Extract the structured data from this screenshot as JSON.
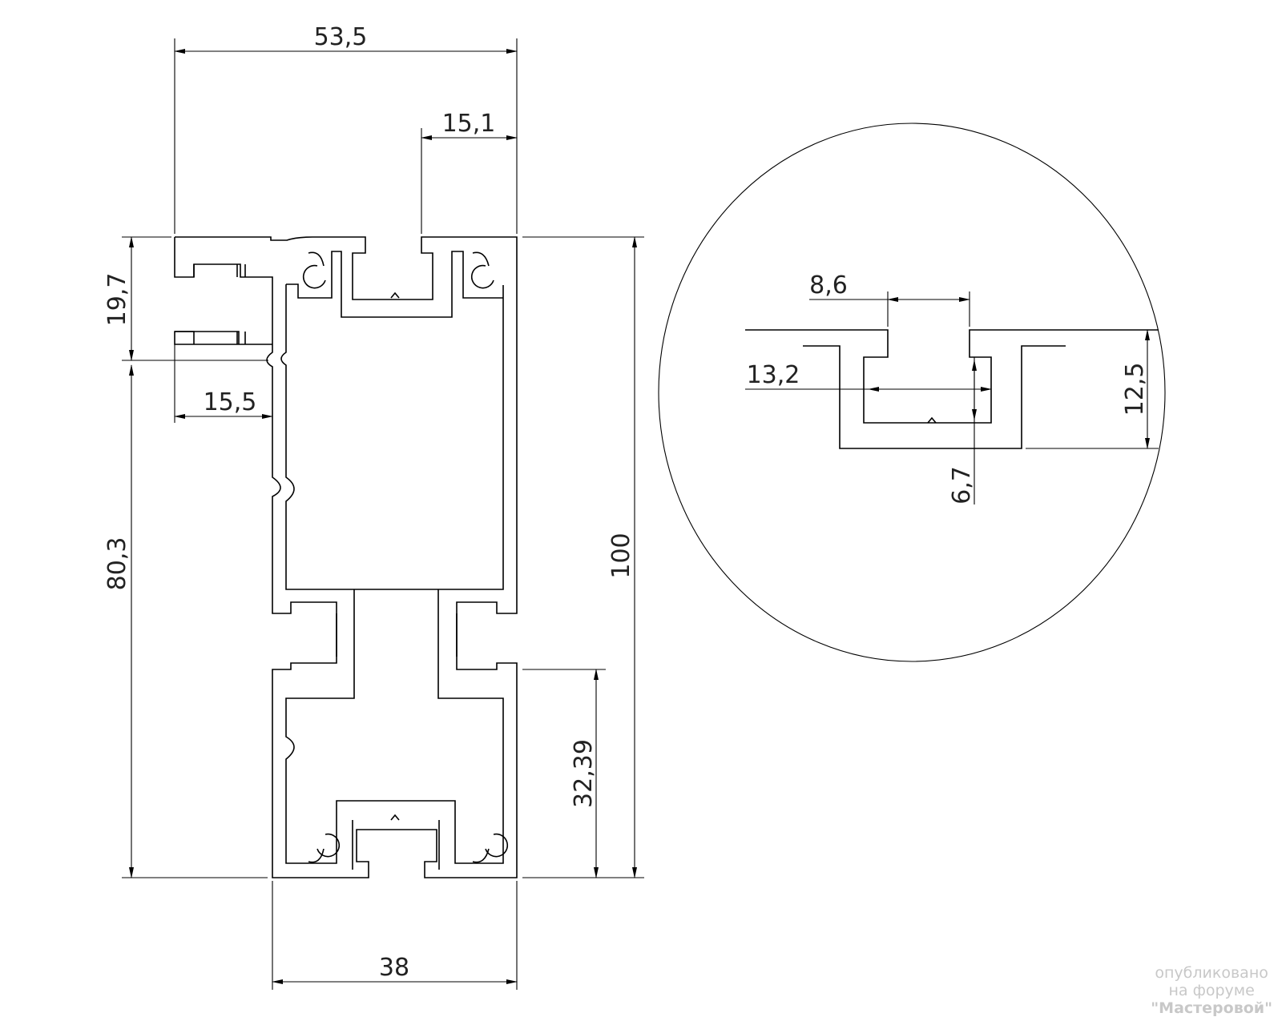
{
  "profile_view": {
    "dimensions": {
      "overall_width": "53,5",
      "right_offset": "15,1",
      "top_section_height": "19,7",
      "left_projection": "15,5",
      "lower_height": "80,3",
      "total_height": "100",
      "lower_chamber_height": "32,39",
      "base_width": "38"
    }
  },
  "detail_view": {
    "dimensions": {
      "slot_opening": "8,6",
      "slot_inner_width": "13,2",
      "slot_depth": "12,5",
      "slot_inner_height": "6,7"
    }
  },
  "watermark": {
    "line1": "опубликовано",
    "line2": "на форуме",
    "line3": "\"Мастеровой\""
  }
}
